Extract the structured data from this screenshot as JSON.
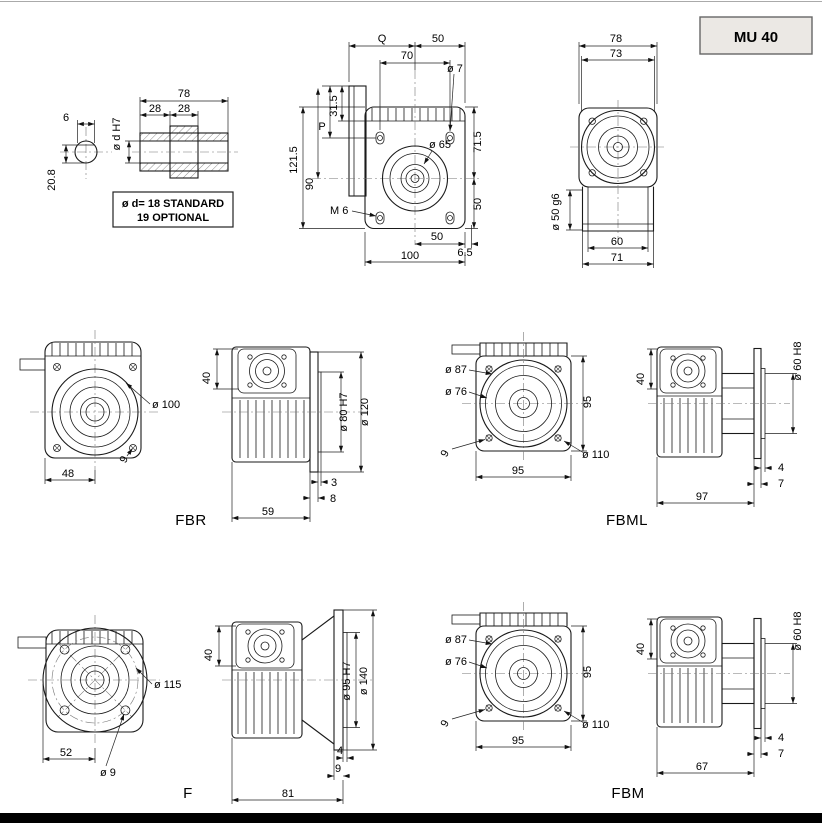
{
  "title_block": {
    "model": "MU 40"
  },
  "shaft_detail": {
    "dim_key_width": "6",
    "dim_bore": "ø d H7",
    "dim_key_depth": "20.8",
    "dim_length": "78",
    "dim_end_left": "28",
    "dim_end_right": "28",
    "note_line1": "ø d= 18 STANDARD",
    "note_line2": "19 OPTIONAL"
  },
  "front_view": {
    "dim_q": "Q",
    "dim_top_right": "50",
    "dim_hole_span": "70",
    "dim_hole": "ø 7",
    "dim_p": "P",
    "dim_flange_top": "31.5",
    "dim_height": "121.5",
    "dim_center_height": "90",
    "dim_top_to_center": "71.5",
    "dim_center_to_bottom": "50",
    "dim_boss": "ø 65",
    "dim_screw": "M 6",
    "dim_bottom_half": "50",
    "dim_overhang": "6.5",
    "dim_width": "100"
  },
  "side_view": {
    "dim_width": "78",
    "dim_flange": "73",
    "dim_shaft": "ø 50 g6",
    "dim_base": "60",
    "dim_depth": "71"
  },
  "fbr": {
    "label": "FBR",
    "front": {
      "dim_flange": "ø 100",
      "dim_hole": "9",
      "dim_center": "48"
    },
    "side": {
      "dim_input": "40",
      "dim_pilot": "ø 80 H7",
      "dim_flange": "ø 120",
      "dim_pilot_depth": "3",
      "dim_plate": "8",
      "dim_depth": "59"
    }
  },
  "fbml": {
    "label": "FBML",
    "front": {
      "dim_boss": "ø 87",
      "dim_pilot": "ø 76",
      "dim_height": "95",
      "dim_hole": "9",
      "dim_width": "95",
      "dim_flange": "ø 110"
    },
    "side": {
      "dim_bore": "ø 60 H8",
      "dim_input": "40",
      "dim_pilot_depth": "4",
      "dim_plate": "7",
      "dim_depth": "97"
    }
  },
  "f": {
    "label": "F",
    "front": {
      "dim_bolt_circle": "ø 115",
      "dim_center": "52",
      "dim_hole": "ø 9"
    },
    "side": {
      "dim_input": "40",
      "dim_pilot": "ø 95 H7",
      "dim_flange": "ø 140",
      "dim_pilot_depth": "4",
      "dim_plate": "9",
      "dim_depth": "81"
    }
  },
  "fbm": {
    "label": "FBM",
    "front": {
      "dim_boss": "ø 87",
      "dim_pilot": "ø 76",
      "dim_height": "95",
      "dim_hole": "9",
      "dim_width": "95",
      "dim_flange": "ø 110"
    },
    "side": {
      "dim_bore": "ø 60 H8",
      "dim_input": "40",
      "dim_pilot_depth": "4",
      "dim_plate": "7",
      "dim_depth": "67"
    }
  }
}
